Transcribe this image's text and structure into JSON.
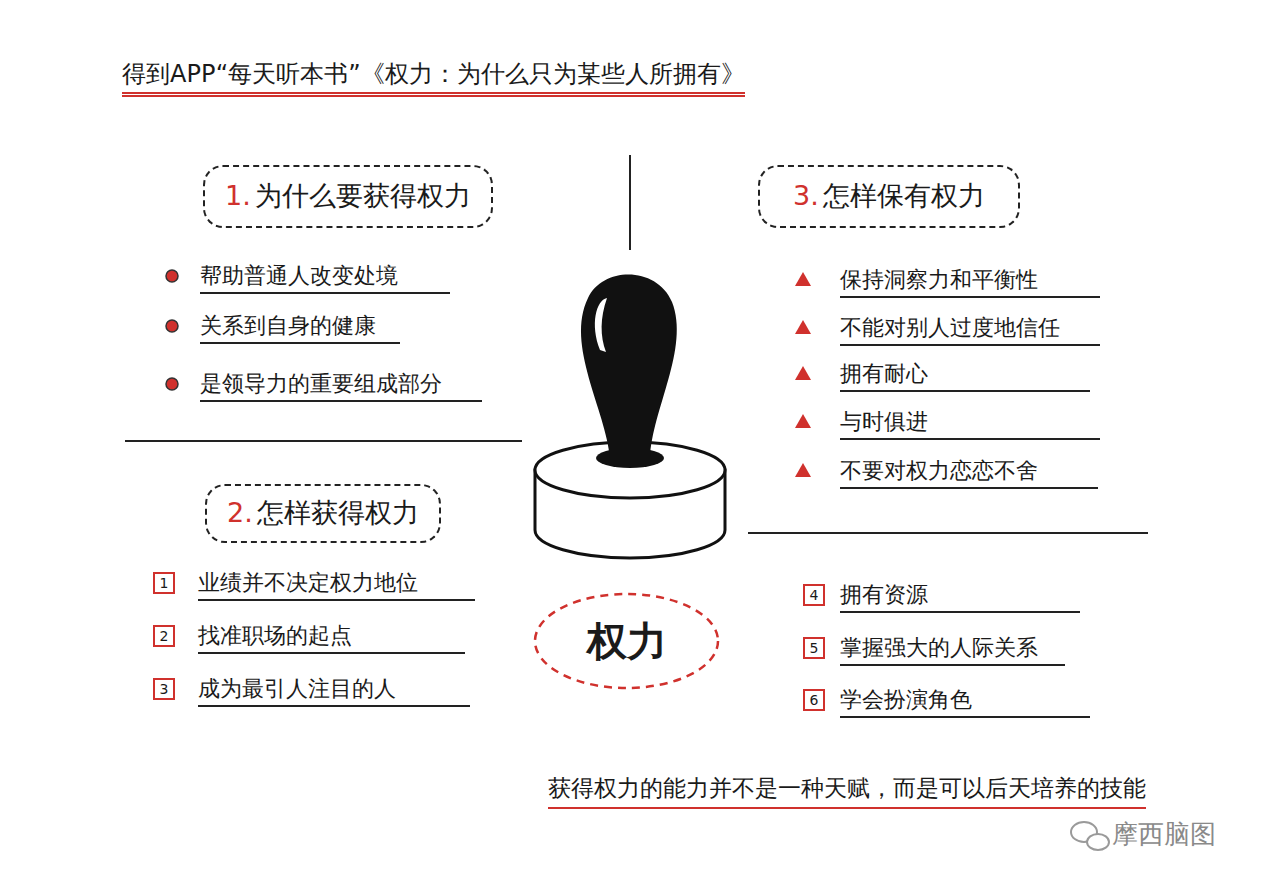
{
  "diagram": {
    "title": "得到APP“每天听本书”《权力：为什么只为某些人所拥有》",
    "caption": "获得权力的能力并不是一种天赋，而是可以后天培养的技能",
    "nodes": [
      {
        "text": [
          "1.",
          "为什么要获得权力"
        ]
      },
      {
        "text": [
          "2.",
          "怎样获得权力"
        ]
      },
      {
        "text": [
          "1"
        ]
      },
      {
        "text": [
          "2"
        ]
      },
      {
        "text": [
          "3"
        ]
      },
      {
        "text": [
          "3.",
          "怎样保有权力"
        ]
      },
      {
        "text": [
          "4"
        ]
      },
      {
        "text": [
          "5"
        ]
      },
      {
        "text": [
          "6"
        ]
      },
      {
        "text": [
          "权力"
        ]
      }
    ],
    "labels": [
      "帮助普通人改变处境",
      "关系到自身的健康",
      "是领导力的重要组成部分",
      "业绩并不决定权力地位",
      "找准职场的起点",
      "成为最引人注目的人",
      "保持洞察力和平衡性",
      "不能对别人过度地信任",
      "拥有耐心",
      "与时俱进",
      "不要对权力恋恋不舍",
      "拥有资源",
      "掌握强大的人际关系",
      "学会扮演角色",
      "摩西脑图"
    ]
  }
}
